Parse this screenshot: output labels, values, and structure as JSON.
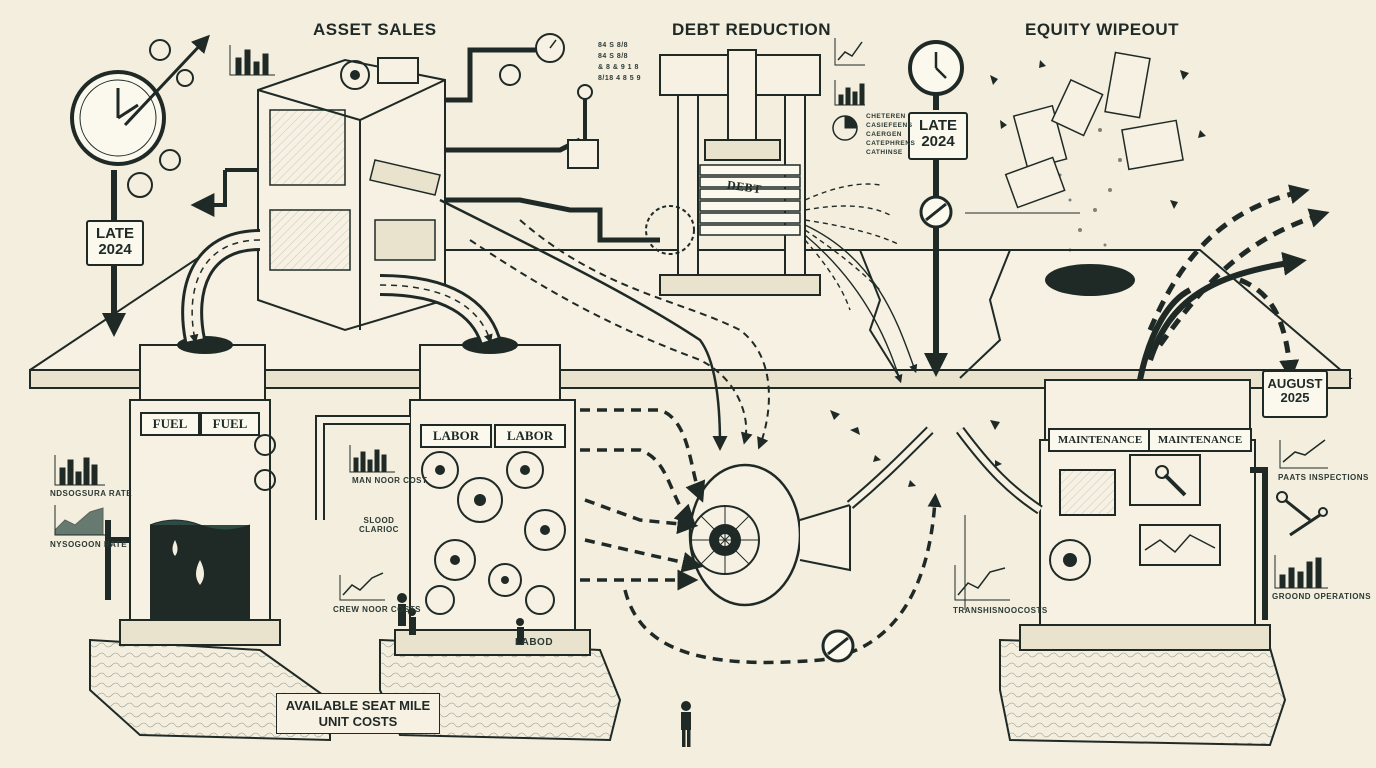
{
  "titles": {
    "asset_sales": "ASSET SALES",
    "debt_reduction": "DEBT REDUCTION",
    "equity_wipeout": "EQUITY WIPEOUT"
  },
  "badges": {
    "left": {
      "line1": "LATE",
      "line2": "2024"
    },
    "middle": {
      "line1": "LATE",
      "line2": "2024"
    },
    "right": {
      "line1": "AUGUST",
      "line2": "2025"
    }
  },
  "press_label": "DEBT",
  "pillars": {
    "fuel": {
      "sign_left": "FUEL",
      "sign_right": "FUEL"
    },
    "labor": {
      "sign_left": "LABOR",
      "sign_right": "LABOR",
      "base_mark": "LABOD"
    },
    "maintenance": {
      "sign_left": "MAINTENANCE",
      "sign_right": "MAINTENANCE"
    }
  },
  "caption": {
    "line1": "AVAILABLE SEAT MILE",
    "line2": "UNIT COSTS"
  },
  "side_labels": {
    "fuel_rate_1": "NDSOGSURA RATE",
    "fuel_rate_2": "NYSOGOON RATE",
    "man_hour_cost": "MAN NOOR COST",
    "clarioc": "SLOOD CLARIOC",
    "crew_costs": "CREW NOOR COSTS",
    "trans_costs": "TRANSHISNOOCOSTS",
    "parts_inspections": "PAATS INSPECTIONS",
    "ground_operations": "GROOND OPERATIONS"
  },
  "chart_notes": {
    "top_left": [
      "84 S 8/8",
      "84 S 8/8",
      "& 8 & 9 1 8",
      "8/18 4 8 5 9"
    ],
    "debt_side": [
      "CHETEREN",
      "CASIEFEENS",
      "CAERGEN",
      "CATEPHRENS",
      "CATHINSE"
    ]
  },
  "colors": {
    "ink": "#1f2a27",
    "paper": "#f3eedd",
    "accent": "#2d4a43"
  }
}
